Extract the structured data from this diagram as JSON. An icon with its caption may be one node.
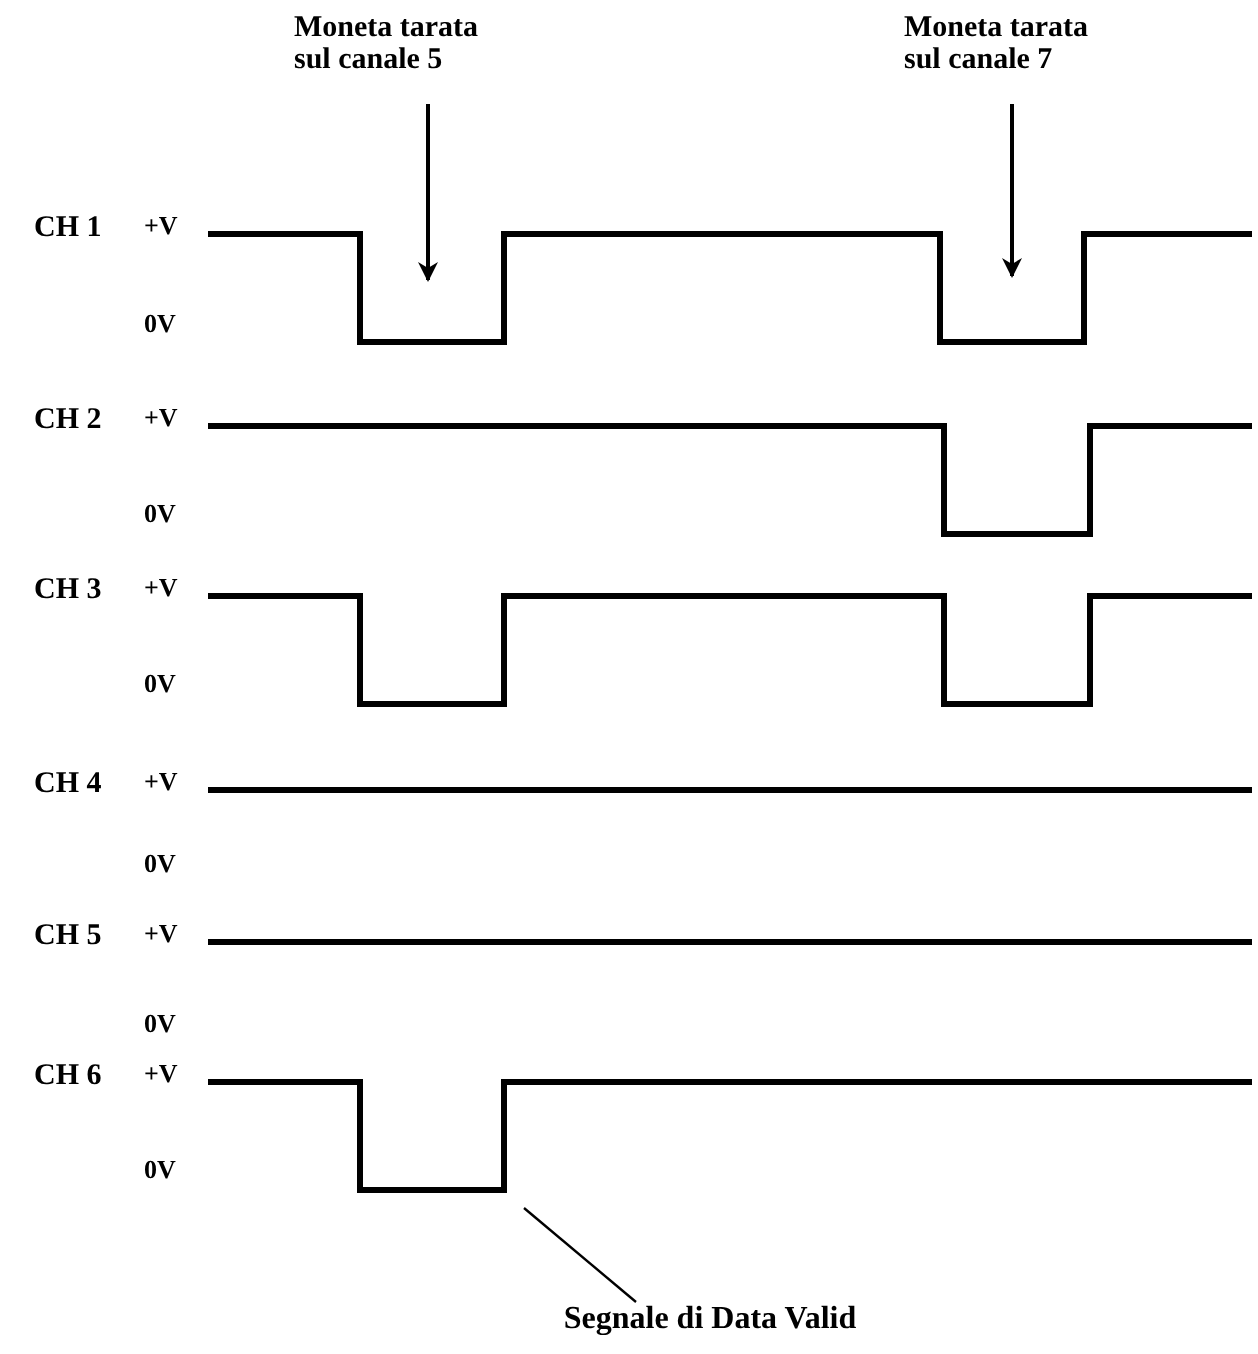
{
  "diagram": {
    "nodes": [
      {
        "text": [
          "Moneta tarata sul canale 5"
        ]
      },
      {
        "text": [
          "Moneta tarata sul canale 7"
        ]
      },
      {
        "text": [
          "Segnale di Data Valid"
        ]
      },
      {
        "text": [],
        "shape": "waveform"
      },
      {
        "text": [],
        "shape": "waveform"
      },
      {
        "text": [],
        "shape": "waveform"
      },
      {
        "text": [],
        "shape": "waveform"
      },
      {
        "text": [],
        "shape": "waveform"
      },
      {
        "text": [],
        "shape": "waveform"
      }
    ],
    "edges": [
      {
        "from": 0,
        "to": 3,
        "arrow": "to"
      },
      {
        "from": 1,
        "to": 3,
        "arrow": "to"
      },
      {
        "from": 2,
        "to": 8,
        "arrow": "none"
      }
    ],
    "labels": [
      "CH 1",
      "+V",
      "0V",
      "CH 2",
      "+V",
      "0V",
      "CH 3",
      "+V",
      "0V",
      "CH 4",
      "+V",
      "0V",
      "CH 5",
      "+V",
      "0V",
      "CH 6",
      "+V",
      "0V"
    ]
  }
}
